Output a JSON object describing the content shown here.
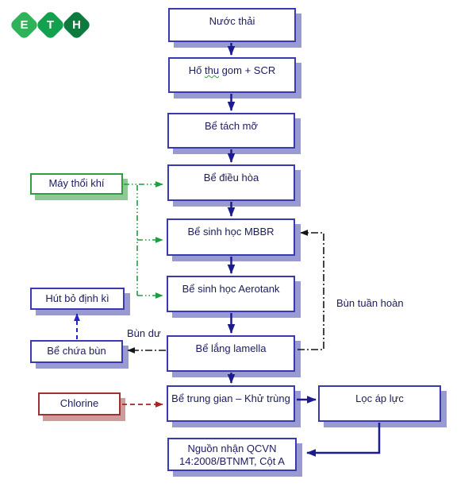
{
  "logo": {
    "letters": {
      "e": "E",
      "t": "T",
      "h": "H"
    },
    "tile_colors": [
      "#2fb35a",
      "#13a04f",
      "#0e7a3e"
    ]
  },
  "flow": {
    "nuoc_thai": "Nước thải",
    "ho_thu_gom": {
      "prefix": "Hố ",
      "wavy": "thu",
      "suffix": " gom + SCR"
    },
    "be_tach_mo": "Bể tách mỡ",
    "be_dieu_hoa": "Bể điều hòa",
    "mbbr": "Bể sinh học MBBR",
    "aerotank": "Bể sinh học Aerotank",
    "lamella": "Bể lắng lamella",
    "trung_gian": "Bể trung gian – Khử trùng",
    "nguon_nhan": "Nguồn nhận QCVN 14:2008/BTNMT, Cột A"
  },
  "side": {
    "may_thoi_khi": "Máy thổi khí",
    "hut_bo_dinh_ki": "Hút bỏ định kì",
    "be_chua_bun": "Bể chứa bùn",
    "chlorine": "Chlorine",
    "loc_ap_luc": "Lọc áp lực"
  },
  "labels": {
    "bun_du": "Bùn dư",
    "bun_tuan_hoan": "Bùn tuần hoàn"
  },
  "colors": {
    "box_border_blue": "#3a3ab0",
    "box_shadow_blue": "#9a9ad2",
    "box_border_green": "#2e9e40",
    "box_shadow_green": "#8fc795",
    "box_border_red": "#9e3232",
    "box_shadow_red": "#cf9a9a",
    "text": "#1c1c5e",
    "arrow_main": "#1c1c8e",
    "arrow_green": "#1f9e3f",
    "arrow_black": "#151515",
    "arrow_blue_dashed": "#2323c8",
    "arrow_red_dashed": "#a32626",
    "logo_green_light": "#2fb35a",
    "logo_green_mid": "#13a04f",
    "logo_green_dark": "#0e7a3e"
  }
}
